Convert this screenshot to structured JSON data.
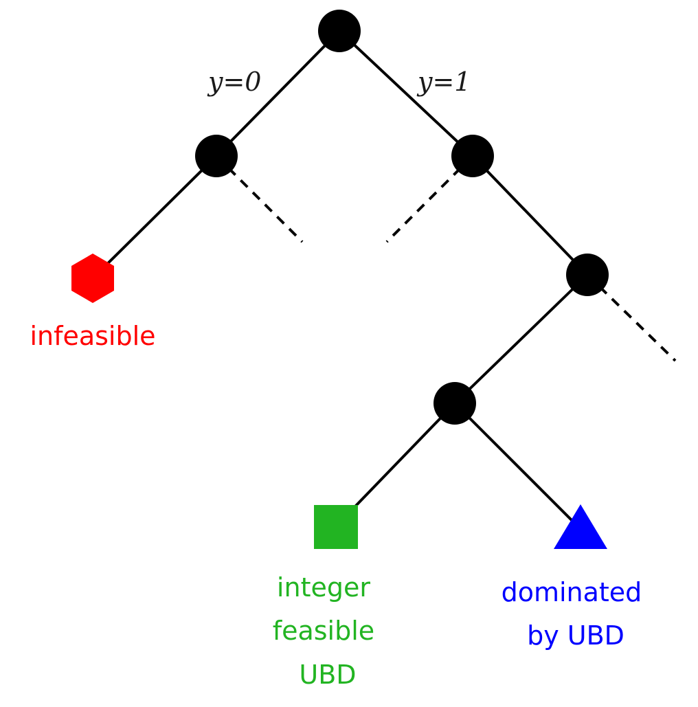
{
  "branch_labels": {
    "left": "y=0",
    "right": "y=1"
  },
  "leaves": {
    "infeasible": {
      "shape": "hexagon",
      "color": "#ff0000",
      "label": "infeasible"
    },
    "integer_feasible": {
      "shape": "square",
      "color": "#22b422",
      "label_lines": [
        "integer",
        "feasible",
        "UBD"
      ]
    },
    "dominated": {
      "shape": "triangle",
      "color": "#0000ff",
      "label_lines": [
        "dominated",
        "by UBD"
      ]
    }
  }
}
